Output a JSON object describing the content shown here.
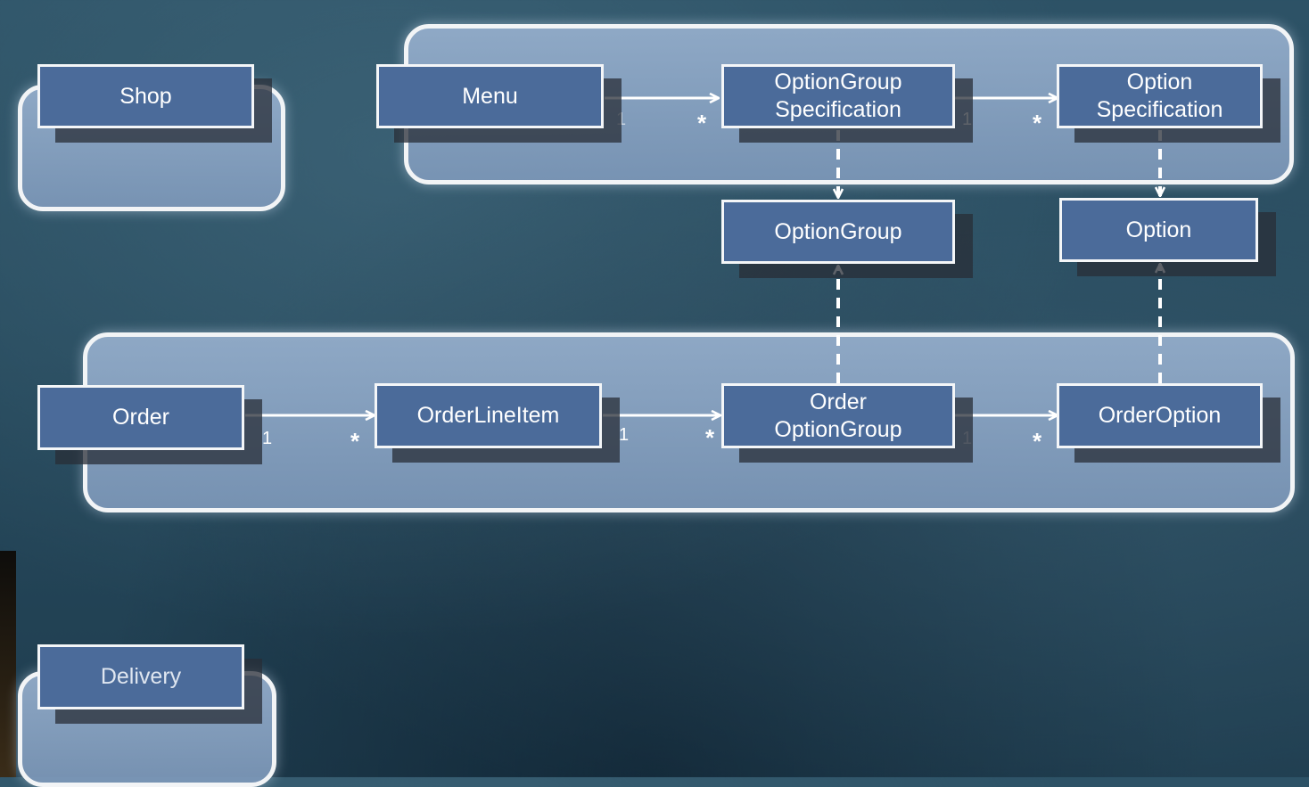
{
  "diagram": {
    "entities": {
      "shop": "Shop",
      "menu": "Menu",
      "option_group_spec": [
        "OptionGroup",
        "Specification"
      ],
      "option_spec": [
        "Option",
        "Specification"
      ],
      "option_group": "OptionGroup",
      "option": "Option",
      "order": "Order",
      "order_line_item": "OrderLineItem",
      "order_option_group": [
        "Order",
        "OptionGroup"
      ],
      "order_option": "OrderOption",
      "delivery": "Delivery"
    },
    "multiplicities": {
      "one": "1",
      "many": "*"
    }
  }
}
